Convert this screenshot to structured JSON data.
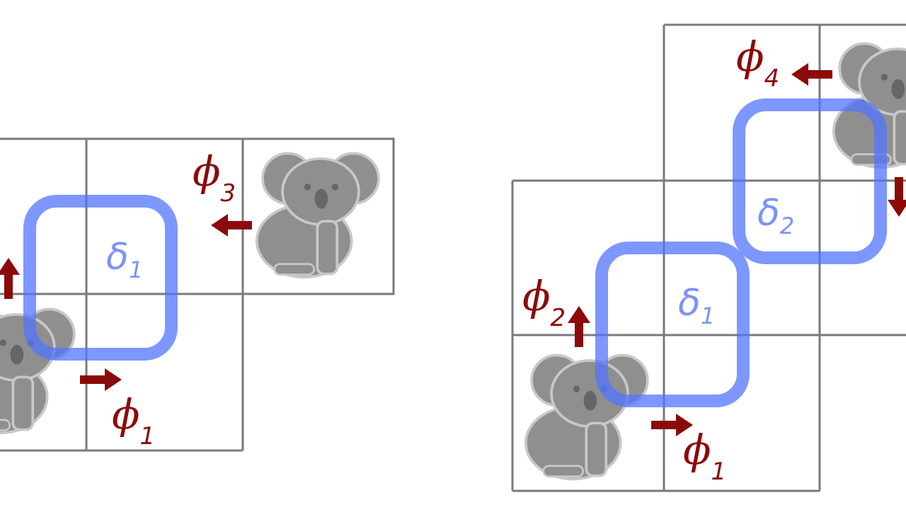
{
  "colors": {
    "grid": "#7a7a7a",
    "loop": "#5274ff",
    "arrow": "#8b0a0a",
    "koala": "#8f8f8f"
  },
  "left_panel": {
    "loop_label": {
      "symbol": "δ",
      "sub": "1"
    },
    "phi_labels": [
      {
        "symbol": "ϕ",
        "sub": "3"
      },
      {
        "symbol": "ϕ",
        "sub": "1"
      }
    ]
  },
  "right_panel": {
    "loop_labels": [
      {
        "symbol": "δ",
        "sub": "1"
      },
      {
        "symbol": "δ",
        "sub": "2"
      }
    ],
    "phi_labels": [
      {
        "symbol": "ϕ",
        "sub": "4"
      },
      {
        "symbol": "ϕ",
        "sub": "2"
      },
      {
        "symbol": "ϕ",
        "sub": "1"
      }
    ]
  }
}
